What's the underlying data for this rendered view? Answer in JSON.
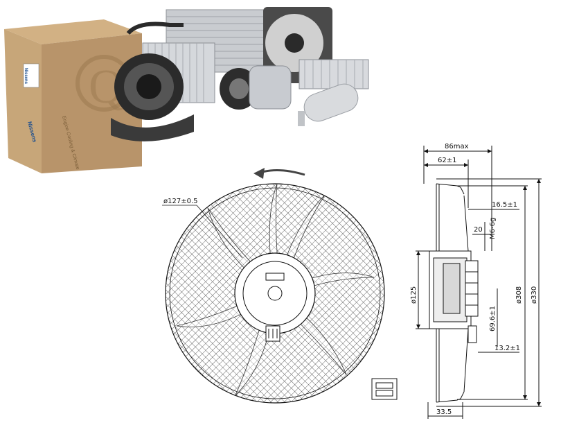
{
  "box": {
    "brand": "Nissens",
    "logo_letter": "Q",
    "side_text": "Engine Cooling & Climate"
  },
  "dimensions": {
    "blade_diameter": "ø127±0.5",
    "depth_max": "86max",
    "depth_62": "62±1",
    "mount_16_5": "16.5±1",
    "thread": "M6-6g",
    "mount_20": "20",
    "diameter_125": "ø125",
    "diameter_308": "ø308",
    "diameter_330": "ø330",
    "height_69_6": "69.6±1",
    "height_13_2": "13.2±1",
    "bottom_33_5": "33.5"
  },
  "colors": {
    "box_cardboard": "#b8946a",
    "brand_blue": "#1d4f8f",
    "metal": "#b9bcc0",
    "line": "#111111"
  }
}
